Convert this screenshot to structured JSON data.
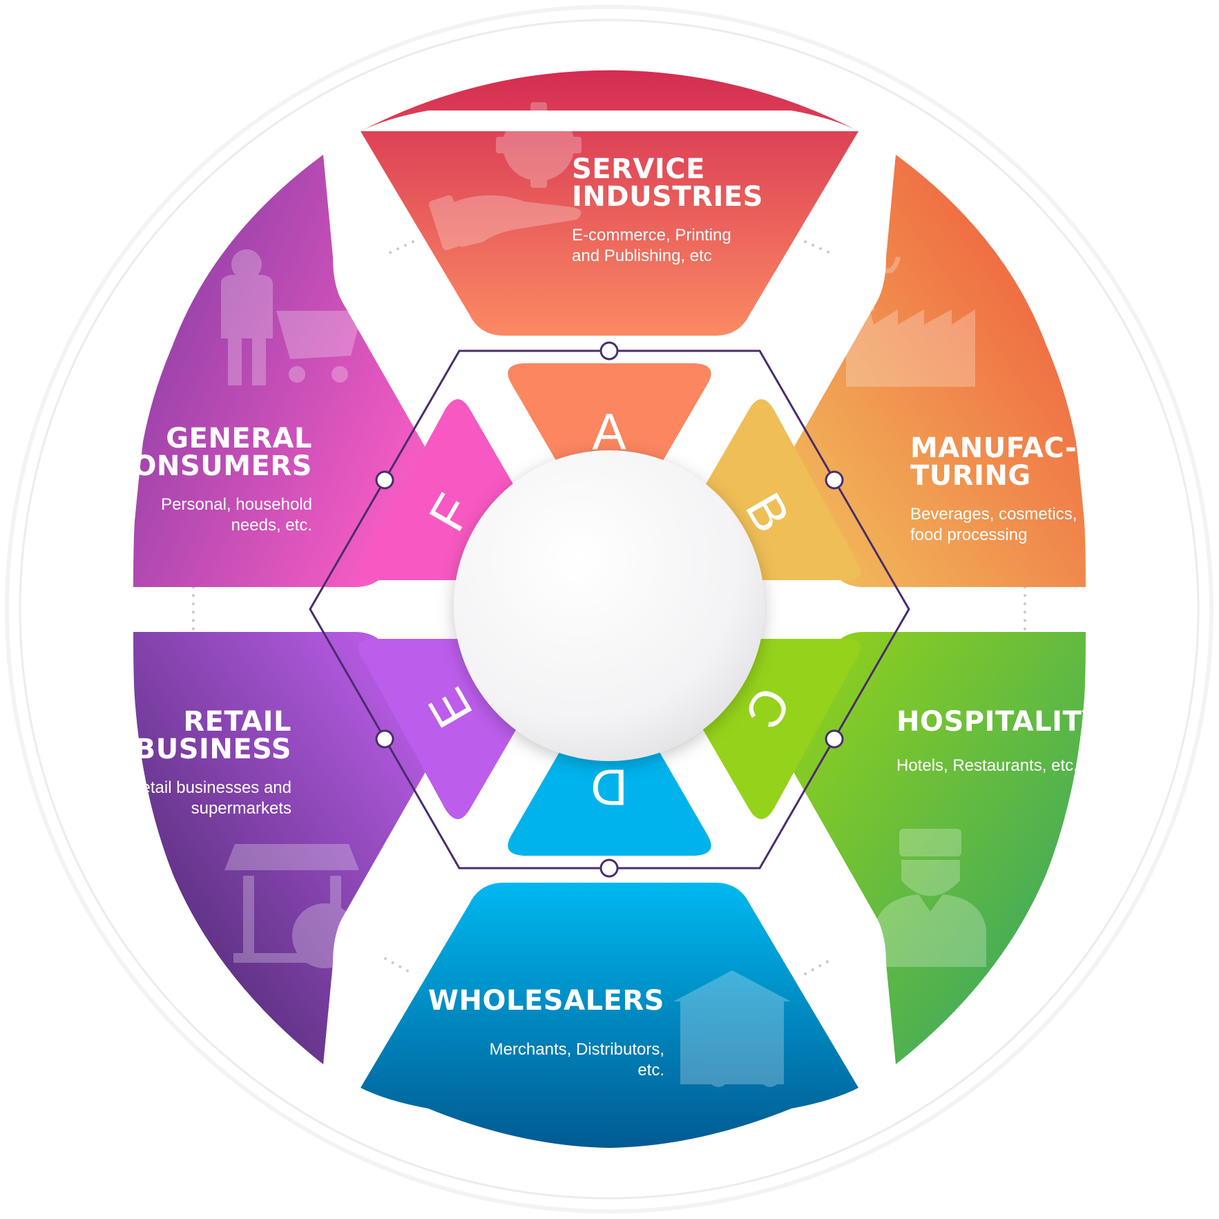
{
  "segments": [
    {
      "key": "service",
      "title_lines": [
        "SERVICE",
        "INDUSTRIES"
      ],
      "desc_lines": [
        "E-commerce, Printing",
        "and Publishing, etc"
      ],
      "icon": "gear-hand-icon"
    },
    {
      "key": "manufacturing",
      "title_lines": [
        "MANUFAC-",
        "TURING"
      ],
      "desc_lines": [
        "Beverages, cosmetics,",
        "food processing"
      ],
      "icon": "factory-icon"
    },
    {
      "key": "hospitality",
      "title_lines": [
        "HOSPITALITY"
      ],
      "desc_lines": [
        "Hotels, Restaurants, etc."
      ],
      "icon": "bellhop-icon"
    },
    {
      "key": "wholesalers",
      "title_lines": [
        "WHOLESALERS"
      ],
      "desc_lines": [
        "Merchants, Distributors,",
        "etc."
      ],
      "icon": "warehouse-truck-icon"
    },
    {
      "key": "retail",
      "title_lines": [
        "RETAIL",
        "BUSINESS"
      ],
      "desc_lines": [
        "Retail businesses and",
        "supermarkets"
      ],
      "icon": "store-cart-icon"
    },
    {
      "key": "consumers",
      "title_lines": [
        "GENERAL",
        "CONSUMERS"
      ],
      "desc_lines": [
        "Personal, household",
        "needs, etc."
      ],
      "icon": "shopper-cart-icon"
    }
  ],
  "letters": [
    "A",
    "B",
    "C",
    "D",
    "E",
    "F"
  ],
  "colors": {
    "service": [
      "#d42c52",
      "#fb8a63"
    ],
    "manufacturing": [
      "#f0503a",
      "#f1c45e"
    ],
    "hospitality": [
      "#98d417",
      "#2ea169"
    ],
    "wholesalers": [
      "#00b8f0",
      "#015a92"
    ],
    "retail": [
      "#c663f4",
      "#3f2262"
    ],
    "consumers": [
      "#7c3aa3",
      "#f55cc3"
    ],
    "letter_fills": [
      "#fb8660",
      "#efbe56",
      "#95d21b",
      "#00b3ed",
      "#bc5deb",
      "#f858c1"
    ],
    "hexagon_outline": "#4a2c6c"
  }
}
